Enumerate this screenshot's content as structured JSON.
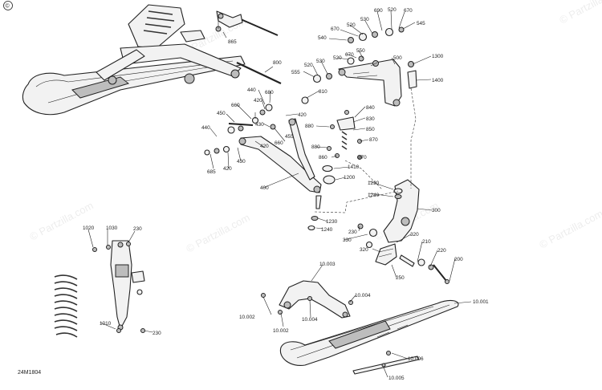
{
  "copyright_mark": "©",
  "diagram_code": "24M1804",
  "watermark": "© Partzilla.com",
  "part_numbers": {
    "p1": "865",
    "p2": "800",
    "p3": "540",
    "p4": "670",
    "p5": "520",
    "p6": "530",
    "p7": "690",
    "p8": "520",
    "p9": "670",
    "p10": "545",
    "p11": "520",
    "p12": "530",
    "p13": "670",
    "p14": "550",
    "p15": "520",
    "p16": "500",
    "p17": "1300",
    "p18": "555",
    "p19": "1400",
    "p20": "810",
    "p21": "440",
    "p22": "680",
    "p23": "420",
    "p24": "660",
    "p25": "420",
    "p26": "450",
    "p27": "430",
    "p28": "840",
    "p29": "830",
    "p30": "880",
    "p31": "850",
    "p32": "455",
    "p33": "440",
    "p34": "660",
    "p35": "420",
    "p36": "870",
    "p37": "880",
    "p38": "860",
    "p39": "870",
    "p40": "685",
    "p41": "420",
    "p42": "430",
    "p43": "1410",
    "p44": "1200",
    "p45": "400",
    "p46": "1230",
    "p47": "1240",
    "p48": "300",
    "p49": "1230",
    "p50": "1240",
    "p51": "230",
    "p52": "330",
    "p53": "320",
    "p54": "210",
    "p55": "220",
    "p56": "200",
    "p57": "320",
    "p58": "250",
    "p59": "1020",
    "p60": "1030",
    "p61": "230",
    "p62": "1010",
    "p63": "230",
    "p64": "10.003",
    "p65": "10.004",
    "p66": "10.002",
    "p67": "10.002",
    "p68": "10.004",
    "p69": "10.001",
    "p70": "10.006",
    "p71": "10.005"
  }
}
